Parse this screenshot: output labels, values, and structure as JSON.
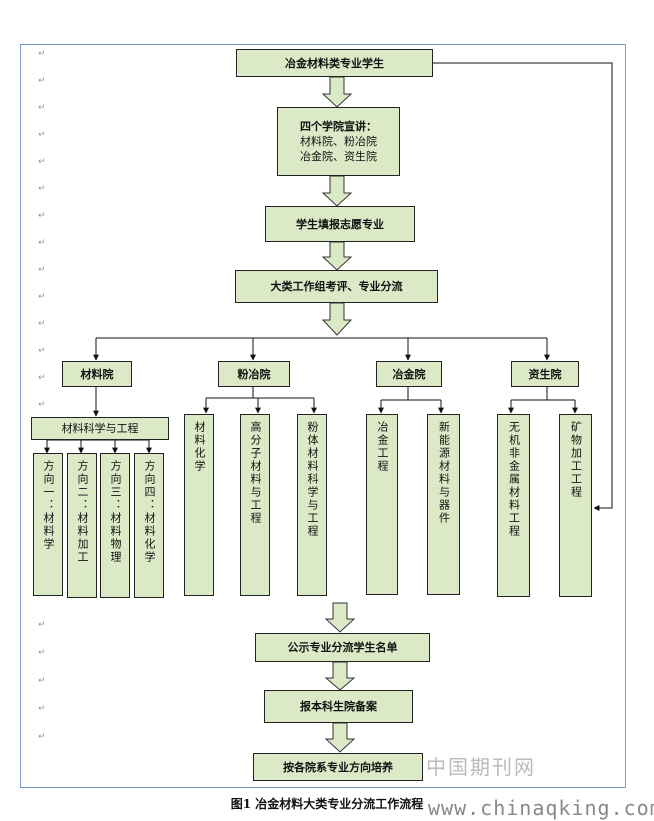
{
  "diagram": {
    "top": "冶金材料类专业学生",
    "lectures": [
      "四个学院宣讲：",
      "材料院、粉冶院",
      "冶金院、资生院"
    ],
    "apply": "学生填报志愿专业",
    "assess": "大类工作组考评、专业分流",
    "colleges": {
      "materials": "材料院",
      "powder": "粉冶院",
      "metallurgy": "冶金院",
      "resources": "资生院"
    },
    "materials_major": "材料科学与工程",
    "directions": [
      "方向一：材料学",
      "方向二：材料加工",
      "方向三：材料物理",
      "方向四：材料化学"
    ],
    "powder_majors": [
      "材料化学",
      "高分子材料与工程",
      "粉体材料科学与工程"
    ],
    "metallurgy_majors": [
      "冶金工程",
      "新能源材料与器件"
    ],
    "resources_majors": [
      "无机非金属材料工程",
      "矿物加工工程"
    ],
    "publish": "公示专业分流学生名单",
    "report": "报本科生院备案",
    "cultivate": "按各院系专业方向培养"
  },
  "caption": "图1 冶金材料大类专业分流工作流程",
  "watermark_cn": "中国期刊网",
  "watermark_url": "www.chinaqking.com"
}
